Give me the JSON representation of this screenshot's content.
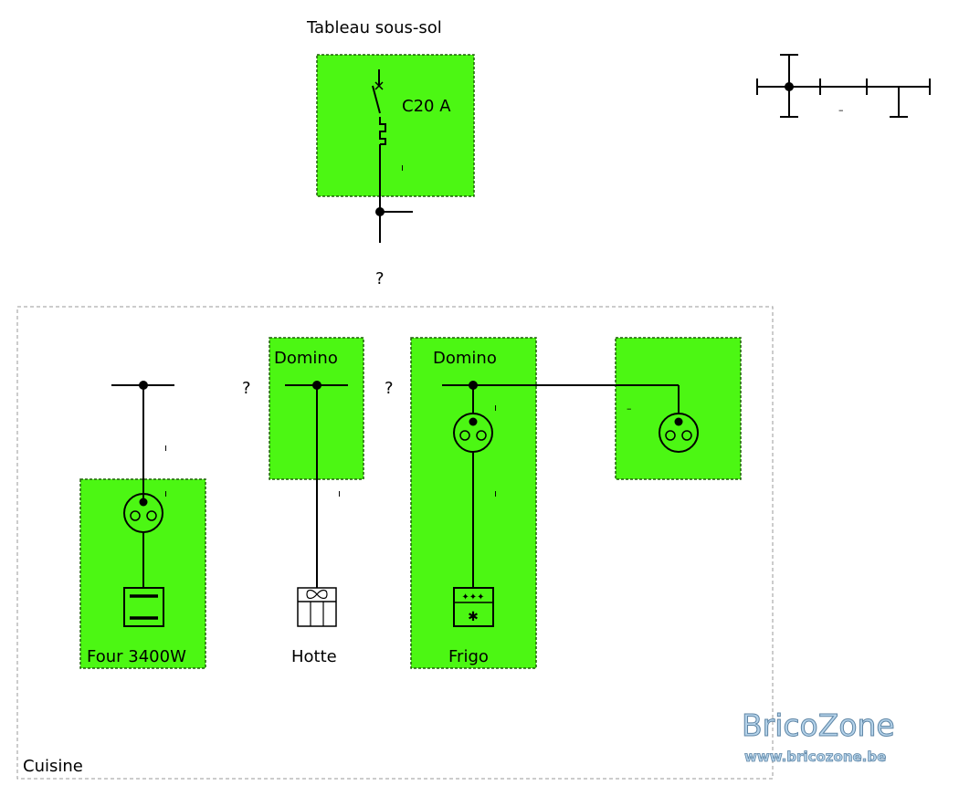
{
  "tableau": {
    "title": "Tableau sous-sol",
    "breaker_label": "C20 A",
    "tick": "ı"
  },
  "unknown_marks": [
    "?",
    "?",
    "?"
  ],
  "cuisine": {
    "room_label": "Cuisine",
    "boxes": {
      "four": {
        "label": "Four 3400W"
      },
      "domino_1": {
        "label": "Domino"
      },
      "domino_2": {
        "label": "Domino"
      },
      "frigo": {
        "label": "Frigo"
      }
    },
    "hotte_label": "Hotte",
    "ticks": [
      "ı",
      "ı",
      "ı",
      "ı",
      "ı",
      "–"
    ]
  },
  "legend_symbol": {
    "tick": "–"
  },
  "watermark": {
    "brand": "BricoZone",
    "url": "www.bricozone.be"
  },
  "colors": {
    "box_fill": "#4cf713",
    "box_border": "#1f5e0a",
    "frame": "#9a9a9a",
    "watermark": "#b5d3ea"
  }
}
